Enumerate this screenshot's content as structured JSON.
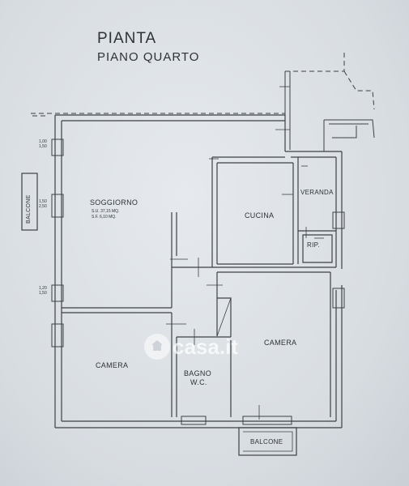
{
  "header": {
    "title": "PIANTA",
    "subtitle": "PIANO QUARTO"
  },
  "rooms": {
    "soggiorno": {
      "name": "SOGGIORNO",
      "su": "S.U. 37,15 MQ.",
      "sf": "S.F. 6,10 MQ."
    },
    "cucina": "CUCINA",
    "veranda": "VERANDA",
    "rip": "RIP.",
    "camera_left": "CAMERA",
    "camera_right": "CAMERA",
    "bagno": {
      "line1": "BAGNO",
      "line2": "W.C."
    },
    "balcone_left": "BALCONE",
    "balcone_bottom": "BALCONE"
  },
  "window_dims": {
    "w1": [
      "1,00",
      "1,50"
    ],
    "w2": [
      "1,50",
      "2,50"
    ],
    "w3": [
      "1,20",
      "1,50"
    ]
  },
  "watermark": {
    "text": "casa.it"
  },
  "colors": {
    "paper": "#dde2e6",
    "wall": "#4a4f54",
    "line": "#3c4146"
  }
}
